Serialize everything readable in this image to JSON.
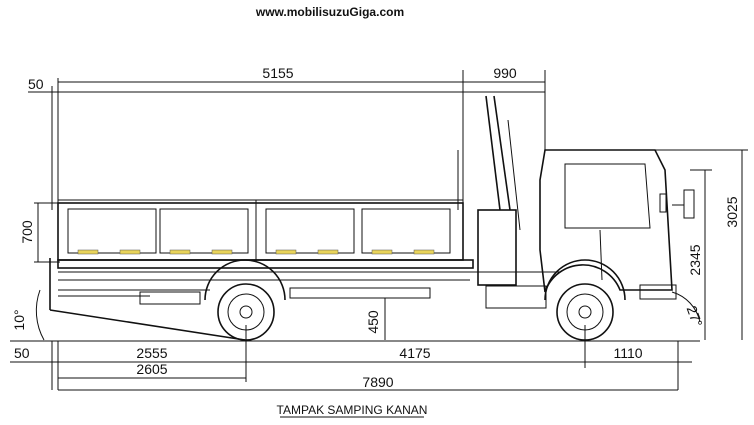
{
  "header": {
    "website": "www.mobilisuzuGiga.com"
  },
  "caption": "TAMPAK SAMPING KANAN",
  "dimensions": {
    "front_overhang_top": "50",
    "deck_length": "5155",
    "crane_section": "990",
    "deck_side_height": "700",
    "rear_angle": "10°",
    "deck_floor_height": "450",
    "cab_height": "2345",
    "total_height": "3025",
    "front_angle": "27°",
    "rear_offset": "50",
    "rear_overhang": "2555",
    "wheelbase": "4175",
    "front_overhang": "1110",
    "rear_to_axle": "2605",
    "total_length": "7890"
  }
}
